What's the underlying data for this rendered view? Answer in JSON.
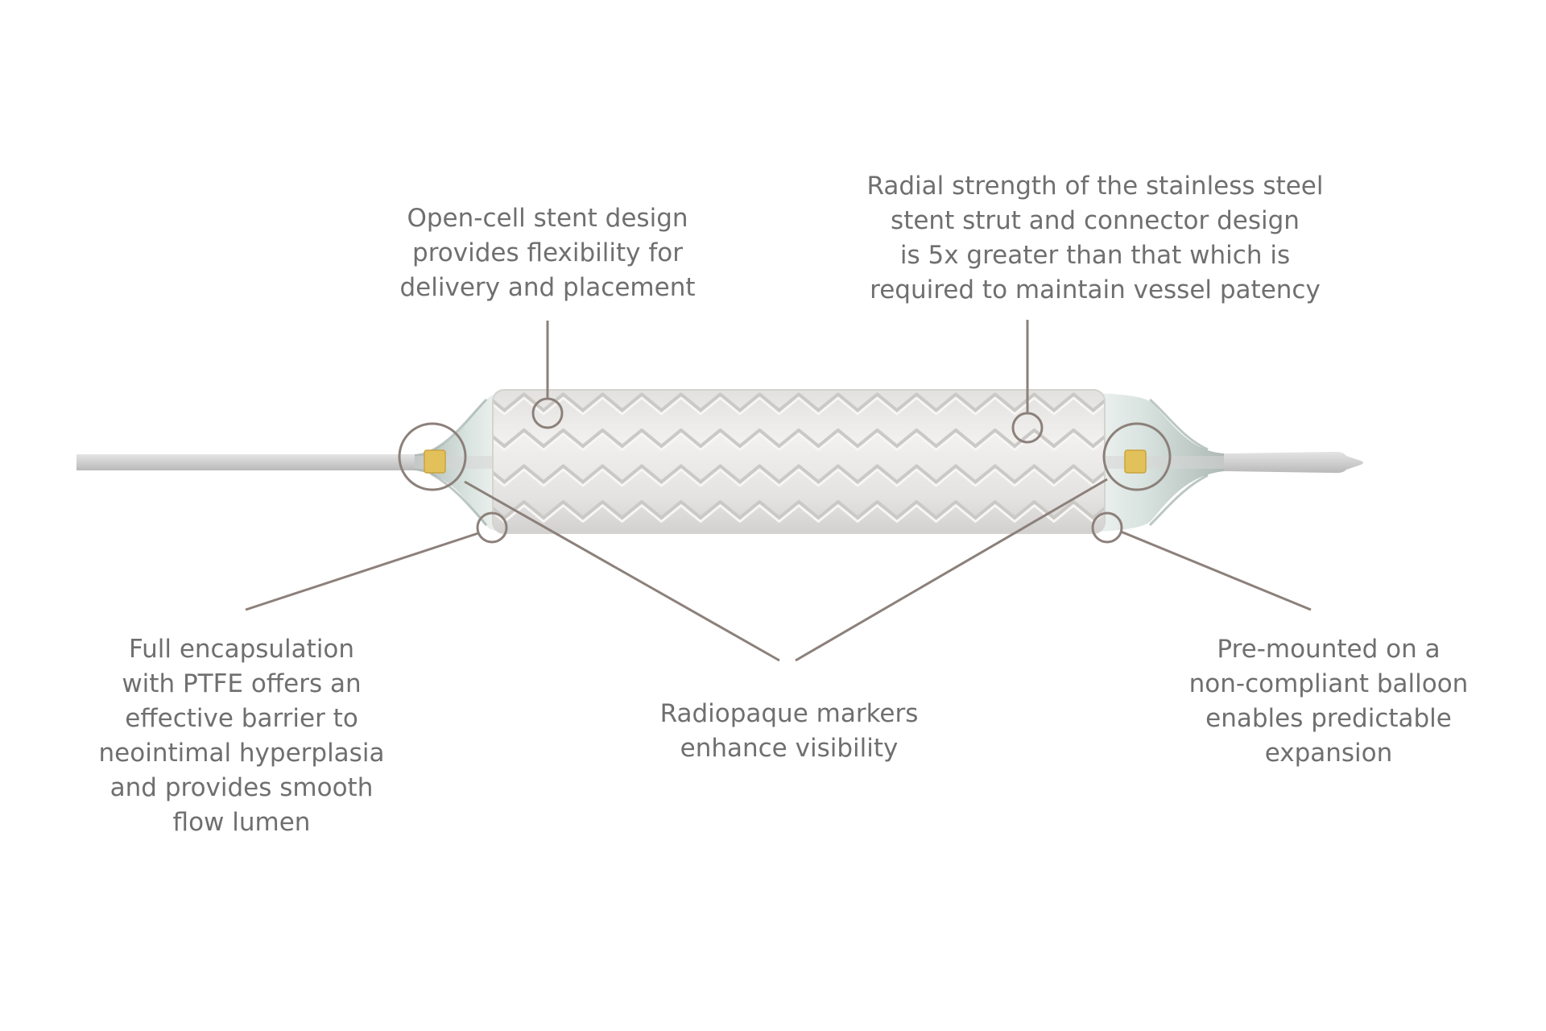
{
  "callouts": {
    "open_cell": {
      "lines": [
        "Open-cell stent design",
        "provides flexibility for",
        "delivery and placement"
      ]
    },
    "radial_strength": {
      "lines": [
        "Radial strength of the stainless steel",
        "stent strut and connector design",
        "is 5x greater than that which is",
        "required to maintain vessel patency"
      ]
    },
    "encapsulation": {
      "lines": [
        "Full encapsulation",
        "with PTFE offers an",
        "effective barrier to",
        "neointimal hyperplasia",
        "and provides smooth",
        "flow lumen"
      ]
    },
    "markers": {
      "lines": [
        "Radiopaque markers",
        "enhance visibility"
      ]
    },
    "balloon": {
      "lines": [
        "Pre-mounted on a",
        "non-compliant balloon",
        "enables predictable",
        "expansion"
      ]
    }
  },
  "colors": {
    "text": "#6f6f6f",
    "leader_line": "#8c807b",
    "stent_body": "#e6e5e3",
    "stent_chevron": "#cfcdca",
    "balloon_cone": "#bfcfc9",
    "marker_band": "#e3c15a",
    "catheter": "#c9c9c9"
  }
}
